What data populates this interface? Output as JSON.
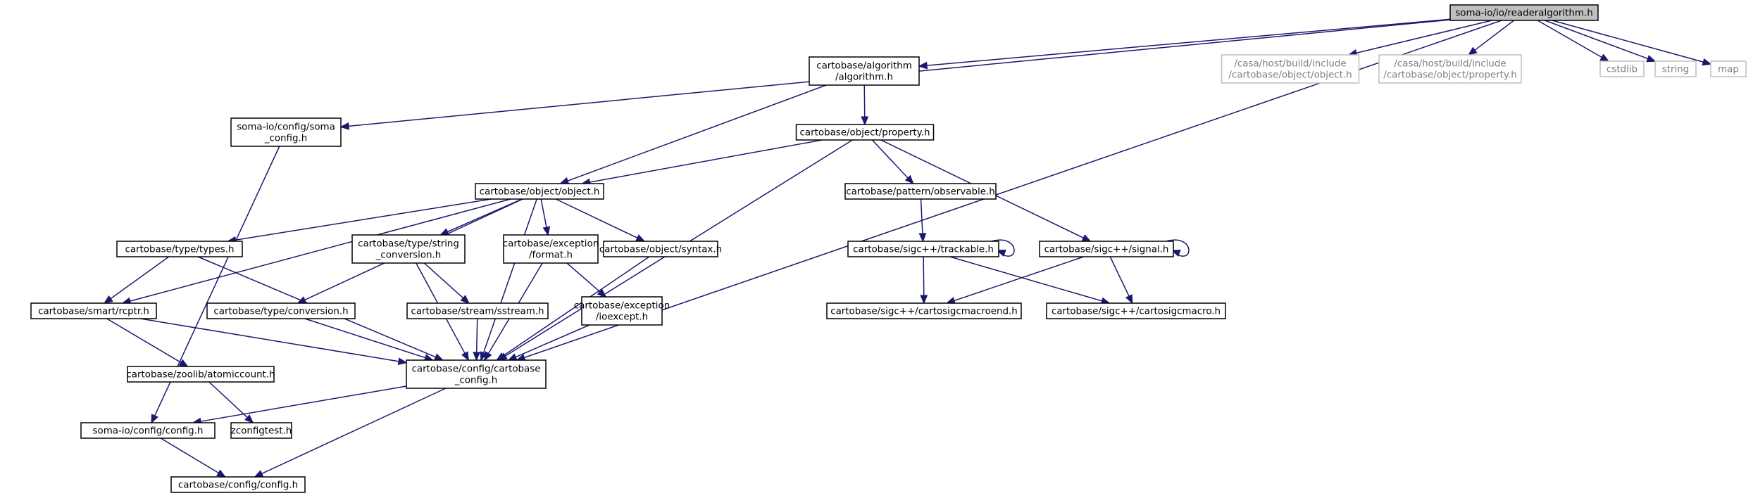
{
  "colors": {
    "edge": "#191970",
    "root_fill": "#bfbfbf",
    "external_border": "#bfbfbf",
    "external_text": "#7f7f7f"
  },
  "nodes": [
    {
      "id": "root",
      "lines": [
        "soma-io/io/readeralgorithm.h"
      ],
      "style": "root"
    },
    {
      "id": "algorithm",
      "lines": [
        "cartobase/algorithm",
        "/algorithm.h"
      ]
    },
    {
      "id": "ext_object",
      "lines": [
        "/casa/host/build/include",
        "/cartobase/object/object.h"
      ],
      "style": "external"
    },
    {
      "id": "ext_property",
      "lines": [
        "/casa/host/build/include",
        "/cartobase/object/property.h"
      ],
      "style": "external"
    },
    {
      "id": "cstdlib",
      "lines": [
        "cstdlib"
      ],
      "style": "external"
    },
    {
      "id": "string",
      "lines": [
        "string"
      ],
      "style": "external"
    },
    {
      "id": "map",
      "lines": [
        "map"
      ],
      "style": "external"
    },
    {
      "id": "soma_config",
      "lines": [
        "soma-io/config/soma",
        "_config.h"
      ]
    },
    {
      "id": "property",
      "lines": [
        "cartobase/object/property.h"
      ]
    },
    {
      "id": "object",
      "lines": [
        "cartobase/object/object.h"
      ]
    },
    {
      "id": "observable",
      "lines": [
        "cartobase/pattern/observable.h"
      ]
    },
    {
      "id": "types",
      "lines": [
        "cartobase/type/types.h"
      ]
    },
    {
      "id": "string_conv",
      "lines": [
        "cartobase/type/string",
        "_conversion.h"
      ]
    },
    {
      "id": "format",
      "lines": [
        "cartobase/exception",
        "/format.h"
      ]
    },
    {
      "id": "syntax",
      "lines": [
        "cartobase/object/syntax.h"
      ]
    },
    {
      "id": "trackable",
      "lines": [
        "cartobase/sigc++/trackable.h"
      ]
    },
    {
      "id": "signal",
      "lines": [
        "cartobase/sigc++/signal.h"
      ]
    },
    {
      "id": "rcptr",
      "lines": [
        "cartobase/smart/rcptr.h"
      ]
    },
    {
      "id": "conversion",
      "lines": [
        "cartobase/type/conversion.h"
      ]
    },
    {
      "id": "sstream",
      "lines": [
        "cartobase/stream/sstream.h"
      ]
    },
    {
      "id": "ioexcept",
      "lines": [
        "cartobase/exception",
        "/ioexcept.h"
      ]
    },
    {
      "id": "macroend",
      "lines": [
        "cartobase/sigc++/cartosigcmacroend.h"
      ]
    },
    {
      "id": "macro",
      "lines": [
        "cartobase/sigc++/cartosigcmacro.h"
      ]
    },
    {
      "id": "cartobase_config",
      "lines": [
        "cartobase/config/cartobase",
        "_config.h"
      ]
    },
    {
      "id": "atomiccount",
      "lines": [
        "cartobase/zoolib/atomiccount.h"
      ]
    },
    {
      "id": "somaio_config",
      "lines": [
        "soma-io/config/config.h"
      ]
    },
    {
      "id": "zconfigtest",
      "lines": [
        "zconfigtest.h"
      ]
    },
    {
      "id": "cb_config",
      "lines": [
        "cartobase/config/config.h"
      ]
    }
  ],
  "edges": [
    [
      "root",
      "algorithm"
    ],
    [
      "root",
      "ext_object"
    ],
    [
      "root",
      "ext_property"
    ],
    [
      "root",
      "cstdlib"
    ],
    [
      "root",
      "string"
    ],
    [
      "root",
      "map"
    ],
    [
      "root",
      "soma_config"
    ],
    [
      "root",
      "cartobase_config"
    ],
    [
      "algorithm",
      "property"
    ],
    [
      "algorithm",
      "object"
    ],
    [
      "soma_config",
      "somaio_config"
    ],
    [
      "property",
      "object"
    ],
    [
      "property",
      "observable"
    ],
    [
      "property",
      "signal"
    ],
    [
      "property",
      "cartobase_config"
    ],
    [
      "object",
      "types"
    ],
    [
      "object",
      "string_conv"
    ],
    [
      "object",
      "format"
    ],
    [
      "object",
      "syntax"
    ],
    [
      "object",
      "rcptr"
    ],
    [
      "object",
      "conversion"
    ],
    [
      "object",
      "cartobase_config"
    ],
    [
      "observable",
      "trackable"
    ],
    [
      "trackable",
      "trackable"
    ],
    [
      "trackable",
      "macroend"
    ],
    [
      "trackable",
      "macro"
    ],
    [
      "signal",
      "signal"
    ],
    [
      "signal",
      "macroend"
    ],
    [
      "signal",
      "macro"
    ],
    [
      "types",
      "rcptr"
    ],
    [
      "types",
      "cartobase_config"
    ],
    [
      "string_conv",
      "sstream"
    ],
    [
      "string_conv",
      "cartobase_config"
    ],
    [
      "format",
      "ioexcept"
    ],
    [
      "format",
      "cartobase_config"
    ],
    [
      "syntax",
      "cartobase_config"
    ],
    [
      "rcptr",
      "atomiccount"
    ],
    [
      "rcptr",
      "cartobase_config"
    ],
    [
      "conversion",
      "cartobase_config"
    ],
    [
      "sstream",
      "cartobase_config"
    ],
    [
      "ioexcept",
      "cartobase_config"
    ],
    [
      "cartobase_config",
      "somaio_config"
    ],
    [
      "cartobase_config",
      "cb_config"
    ],
    [
      "atomiccount",
      "zconfigtest"
    ],
    [
      "somaio_config",
      "cb_config"
    ]
  ]
}
